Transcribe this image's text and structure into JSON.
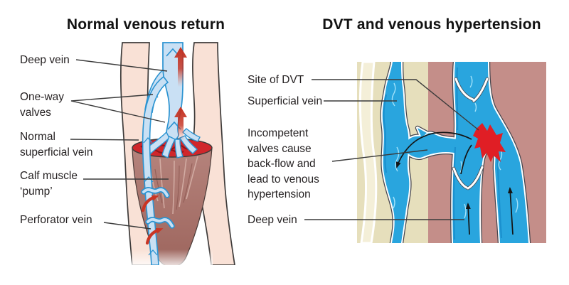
{
  "panels": {
    "left": {
      "title": "Normal venous return",
      "labels": {
        "deep_vein": "Deep vein",
        "one_way_valves": "One-way\nvalves",
        "superficial_vein": "Normal\nsuperficial vein",
        "calf_muscle": "Calf muscle\n‘pump’",
        "perforator_vein": "Perforator vein"
      }
    },
    "right": {
      "title": "DVT and venous hypertension",
      "labels": {
        "site_of_dvt": "Site of DVT",
        "superficial_vein": "Superficial vein",
        "incompetent_valves": "Incompetent\nvalves cause\nback-flow and\nlead to venous\nhypertension",
        "deep_vein": "Deep vein"
      }
    }
  },
  "colors": {
    "skin": "#F9E1D6",
    "outline_dark": "#3E3B3A",
    "left_vein_fill": "#C9E0F4",
    "left_vein_stroke": "#2B93D1",
    "flow_arrow_red": "#C4301F",
    "muscle_body": "#AF7A72",
    "muscle_top_red": "#D0262B",
    "tan_tissue": "#E6DFBC",
    "pale_band": "#F4EFD8",
    "rose_tissue": "#C48E89",
    "right_vein_blue": "#29A5DE",
    "clot_red": "#E01E25",
    "leader_line": "#3A3A3A",
    "flow_arrow_black": "#141414"
  }
}
